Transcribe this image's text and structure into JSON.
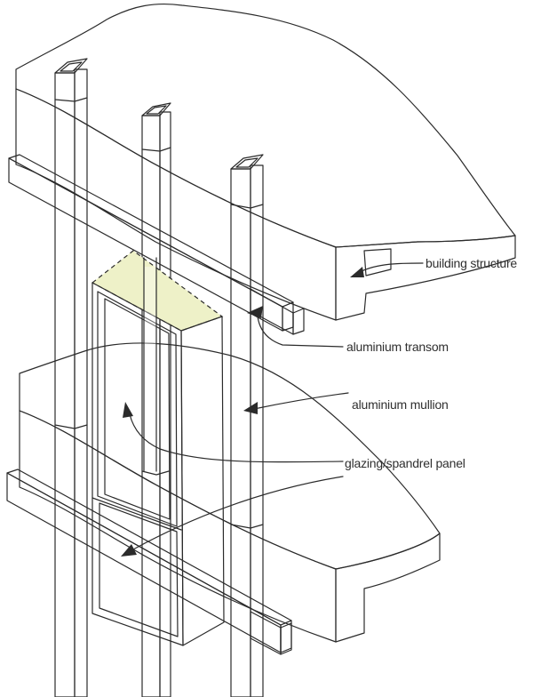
{
  "labels": {
    "building_structure": "building structure",
    "aluminium_transom": "aluminium transom",
    "aluminium_mullion": "aluminium mullion",
    "glazing_spandrel_panel": "glazing/spandrel panel"
  },
  "colors": {
    "slab": "#e6e6e6",
    "slab_edge": "#d4d5d6",
    "mullion_front": "#9c9d9f",
    "mullion_side": "#c7c8ca",
    "panel_yellow": "#e6eab3",
    "panel_yellow_dark": "#cbd29a",
    "glass_blue": "#c3cdf0",
    "glass_white": "#eef1fb",
    "ink": "#2b2b2b"
  }
}
